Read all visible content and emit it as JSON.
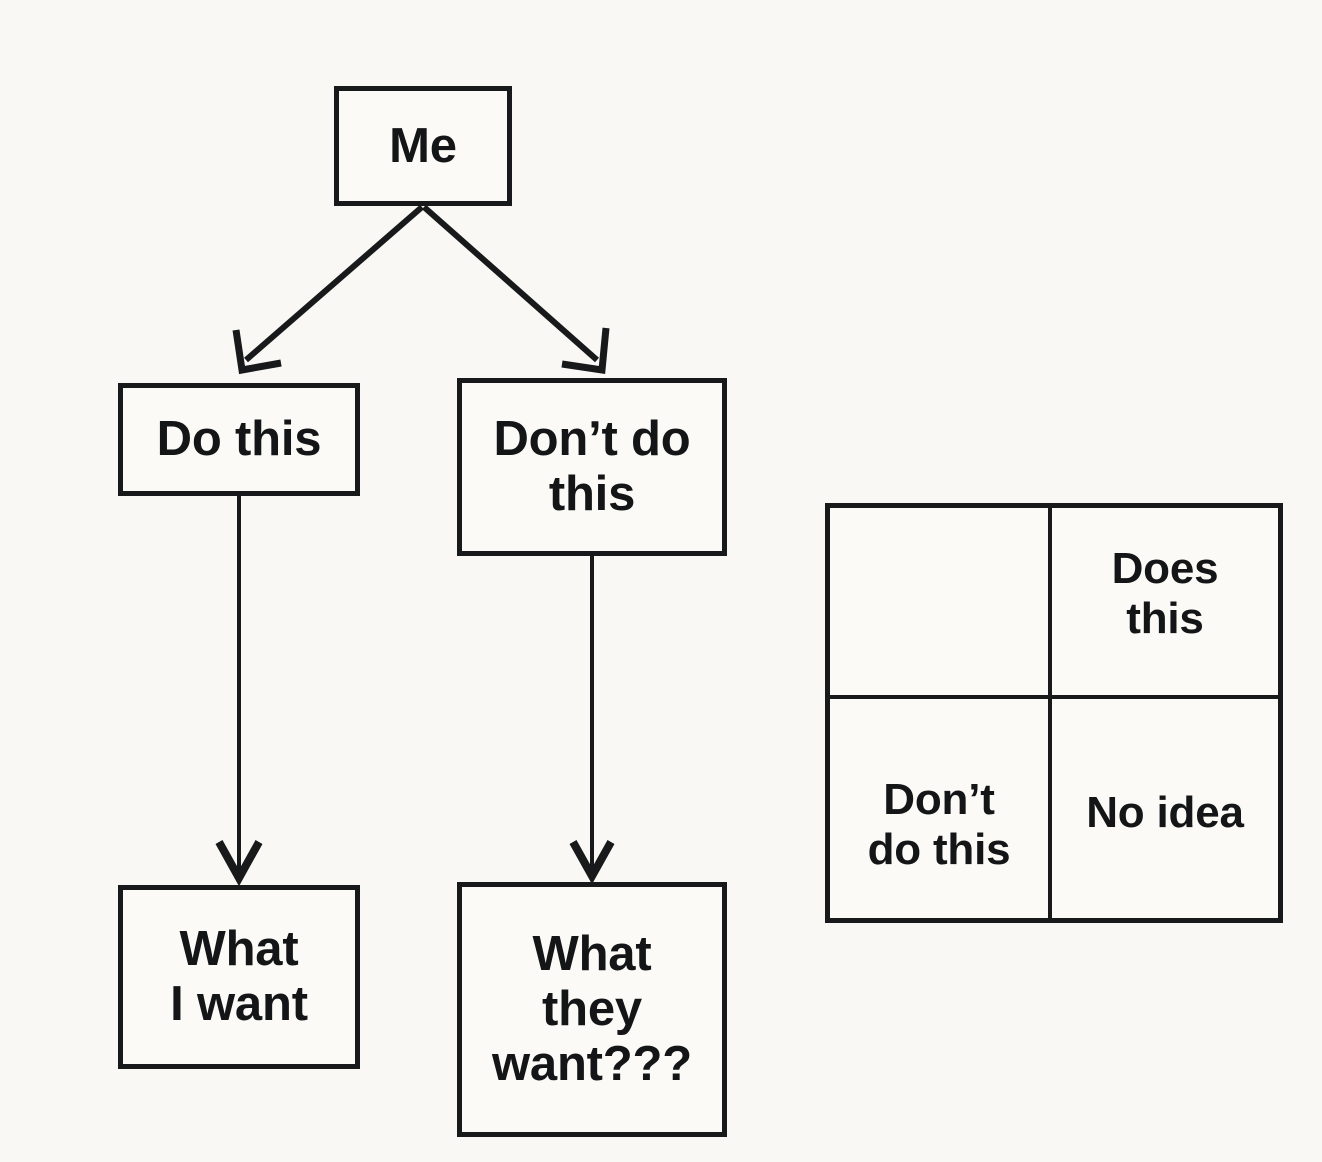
{
  "diagram": {
    "background_color": "#faf8f5",
    "line_color": "#17191a",
    "text_color": "#131516",
    "nodes": {
      "root": {
        "label": "Me"
      },
      "left_branch": {
        "label": "Do this"
      },
      "right_branch": {
        "label": "Don’t do\nthis"
      },
      "left_leaf": {
        "label": "What\nI want"
      },
      "right_leaf": {
        "label": "What\nthey\nwant???"
      }
    },
    "edges": [
      {
        "from": "Me",
        "to": "Do this",
        "style": "diagonal-arrow"
      },
      {
        "from": "Me",
        "to": "Don’t do this",
        "style": "diagonal-arrow"
      },
      {
        "from": "Do this",
        "to": "What I want",
        "style": "vertical-arrow"
      },
      {
        "from": "Don’t do this",
        "to": "What they want???",
        "style": "vertical-arrow"
      }
    ]
  },
  "matrix": {
    "rows": 2,
    "columns": 2,
    "cells": [
      {
        "row": 0,
        "col": 0,
        "label": ""
      },
      {
        "row": 0,
        "col": 1,
        "label": "Does\nthis"
      },
      {
        "row": 1,
        "col": 0,
        "label": "Don’t\ndo this"
      },
      {
        "row": 1,
        "col": 1,
        "label": "No idea"
      }
    ]
  }
}
